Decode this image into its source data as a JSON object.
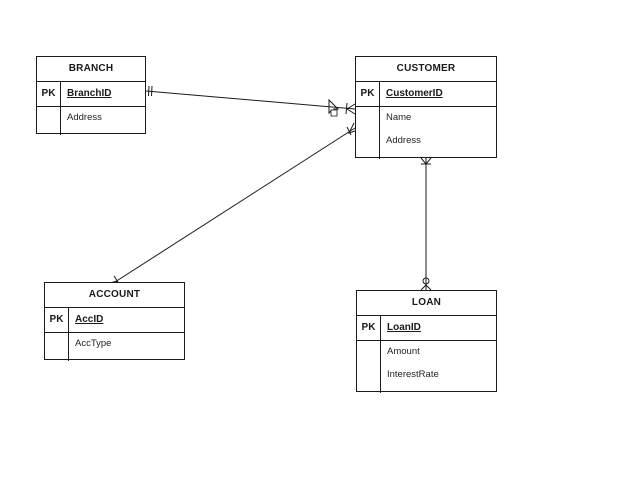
{
  "entities": {
    "branch": {
      "title": "BRANCH",
      "pk_label": "PK",
      "pk": "BranchID",
      "attrs": [
        "Address"
      ]
    },
    "customer": {
      "title": "CUSTOMER",
      "pk_label": "PK",
      "pk": "CustomerID",
      "attrs": [
        "Name",
        "Address"
      ]
    },
    "account": {
      "title": "ACCOUNT",
      "pk_label": "PK",
      "pk": "AccID",
      "attrs": [
        "AccType"
      ]
    },
    "loan": {
      "title": "LOAN",
      "pk_label": "PK",
      "pk": "LoanID",
      "attrs": [
        "Amount",
        "InterestRate"
      ]
    }
  },
  "relationships": [
    {
      "from": "BRANCH",
      "to": "CUSTOMER",
      "from_cardinality": "one-and-only-one",
      "to_cardinality": "one-or-many"
    },
    {
      "from": "ACCOUNT",
      "to": "CUSTOMER",
      "from_cardinality": "one-or-many",
      "to_cardinality": "one-or-many"
    },
    {
      "from": "CUSTOMER",
      "to": "LOAN",
      "from_cardinality": "one-or-many",
      "to_cardinality": "zero-or-many"
    }
  ],
  "colors": {
    "line": "#1a1a1a",
    "background": "#ffffff"
  },
  "icons": {
    "cursor": "mouse-pointer-icon"
  }
}
